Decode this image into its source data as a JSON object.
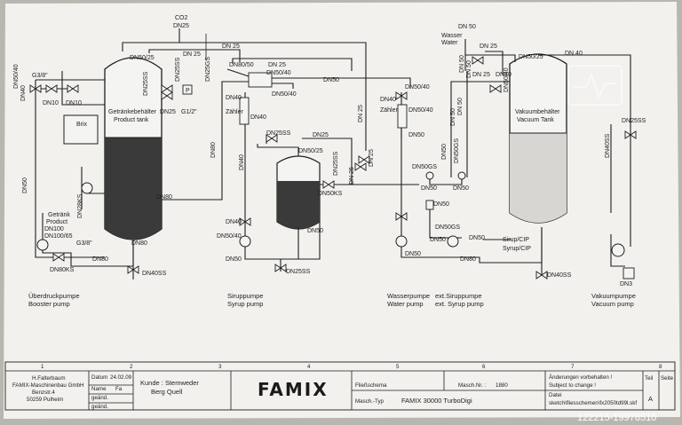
{
  "labels": {
    "co2": "CO2",
    "dn25_co2": "DN25",
    "dn50_40_a": "DN50/40",
    "dn40_a": "DN40",
    "g38_a": "G3/8\"",
    "dn10_a": "DN10",
    "dn10_b": "DN10",
    "dn50_left": "DN50",
    "brix": "Brix",
    "product_tank_de": "Getränkebehälter",
    "product_tank_en": "Product tank",
    "dn50_25_a": "DN50/25",
    "dn25ss_a": "DN25SS",
    "dn25ss_b": "DN25SS",
    "dn25_a": "DN25",
    "g12": "G1/2\"",
    "dn25gs_a": "DN25GS",
    "p_gauge": "P",
    "dn25_top": "DN 25",
    "dn25_top2": "DN 25",
    "dn80_50": "DN80/50",
    "dn25_b": "DN 25",
    "dn50_40_b": "DN50/40",
    "dn50_40_c": "DN50/40",
    "dn50_mid": "DN50",
    "dn40_b": "DN40",
    "zaehler_a": "Zähler",
    "dn40_c": "DN40",
    "dn80_a": "DN80",
    "dn80_b": "DN80",
    "dn28ks": "DN28KS",
    "product_de": "Getränk",
    "product_en": "Product",
    "dn100": "DN100",
    "dn100_65": "DN100/65",
    "g38_b": "G3/8\"",
    "dn80ks": "DN80KS",
    "dn80_c": "DN80",
    "dn80_d": "DN80",
    "dn40ss_a": "DN40SS",
    "booster_de": "Überdruckpumpe",
    "booster_en": "Booster pump",
    "dn40_d": "DN40",
    "dn40_e": "DN40",
    "dn50_40_d": "DN50/40",
    "dn50_a": "DN50",
    "syrup_pump_de": "Siruppumpe",
    "syrup_pump_en": "Syrup pump",
    "dn25ss_c": "DN25SS",
    "dn25_c": "DN25",
    "dn50_25_b": "DN50/25",
    "dn25ss_d": "DN25SS",
    "dn25_d": "DN 25",
    "dn25_e": "DN 25",
    "dn50ks": "DN50KS",
    "dn50_b": "DN50",
    "dn25ss_e": "DN25SS",
    "dn50_40_e": "DN50/40",
    "zaehler_b": "Zähler",
    "dn40_f": "DN40",
    "dn50_c": "DN50",
    "dn50_d": "DN50",
    "dn50gs_a": "DN50GS",
    "dn50_e": "DN50",
    "dn50_f": "DN50",
    "dn50gs_b": "DN50GS",
    "dn50_g": "DN50",
    "dn50_h": "DN50",
    "dn50_i": "DN50",
    "dn80_e": "DN80",
    "water_pump_de": "Wasserpumpe",
    "water_pump_en": "Water pump",
    "ext_syrup_de": "ext.Siruppumpe",
    "ext_syrup_en": "ext. Syrup pump",
    "wasser_de": "Wasser",
    "water_en": "Water",
    "dn50_top_r": "DN 50",
    "dn25_f": "DN 25",
    "dn25_g": "DN 25",
    "dn50_r1": "DN 50",
    "dn50_r2": "DN 50",
    "dn50_40_f": "DN50/40",
    "dn50_25_c": "DN50/25",
    "dn40_g": "DN 40",
    "dn40_h": "DN40",
    "dn50_r3": "DN 50",
    "dn50_r4": "DN 50",
    "vacuum_tank_de": "Vakuumbehälter",
    "vacuum_tank_en": "Vacuum Tank",
    "sirup_cip": "Sirup/CIP",
    "syrup_cip": "Syrup/CIP",
    "dn40ss_b": "DN40SS",
    "dn25ss_f": "DN25SS",
    "dn40ss_c": "DN40SS",
    "dn3": "DN3",
    "vacuum_pump_de": "Vakuumpumpe",
    "vacuum_pump_en": "Vacuum pump"
  },
  "title_block": {
    "col_numbers": [
      "1",
      "2",
      "3",
      "4",
      "5",
      "6",
      "7",
      "8"
    ],
    "company_line1": "H.Falterbaum",
    "company_line2": "FAMIX-Maschinenbau GmbH",
    "company_line3": "Benzstr.4",
    "company_line4": "50259 Pulheim",
    "datum_label": "Datum",
    "datum_value": "24.02.09",
    "name_label": "Name",
    "name_value": "Fa",
    "geaend_1": "geänd.",
    "geaend_2": "geänd.",
    "kunde_label": "Kunde : Stemweder",
    "kunde_line2": "Berg Quell",
    "logo": "FAMIX",
    "fliess": "Fließschema",
    "masch_nr_label": "Masch.Nr. :",
    "masch_nr_value": "1880",
    "masch_typ_label": "Masch.-Typ",
    "masch_typ_value": "FAMIX 30000 TurboDigi",
    "aenderung_de": "Änderungen vorbehalten !",
    "aenderung_en": "Subject to change !",
    "datei_label": "Datei",
    "datei_value": "sketch\\fliesschemen\\fx2050td99l.skf",
    "teil_label": "Teil",
    "teil_value": "A",
    "seite_label": "Seite"
  },
  "watermark": "122215-19978510",
  "colors": {
    "paper": "#f2f1ee",
    "line": "#1e1e1e",
    "liquid": "#3a3a3a",
    "background": "#c9c6c0"
  },
  "icons": {
    "watermark_logo": "chart-pulse-icon"
  }
}
